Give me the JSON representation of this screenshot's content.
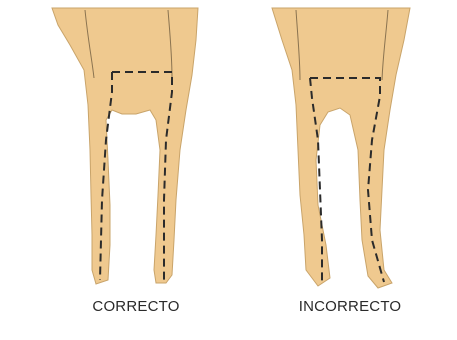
{
  "figures": [
    {
      "label": "CORRECTO",
      "stance": "correct"
    },
    {
      "label": "INCORRECTO",
      "stance": "incorrect"
    }
  ],
  "colors": {
    "body_fill": "#efc98f",
    "body_outline": "#c9a46a",
    "guide_line": "#2b2b2b",
    "caption_text": "#2a2a2a",
    "background": "#ffffff"
  }
}
